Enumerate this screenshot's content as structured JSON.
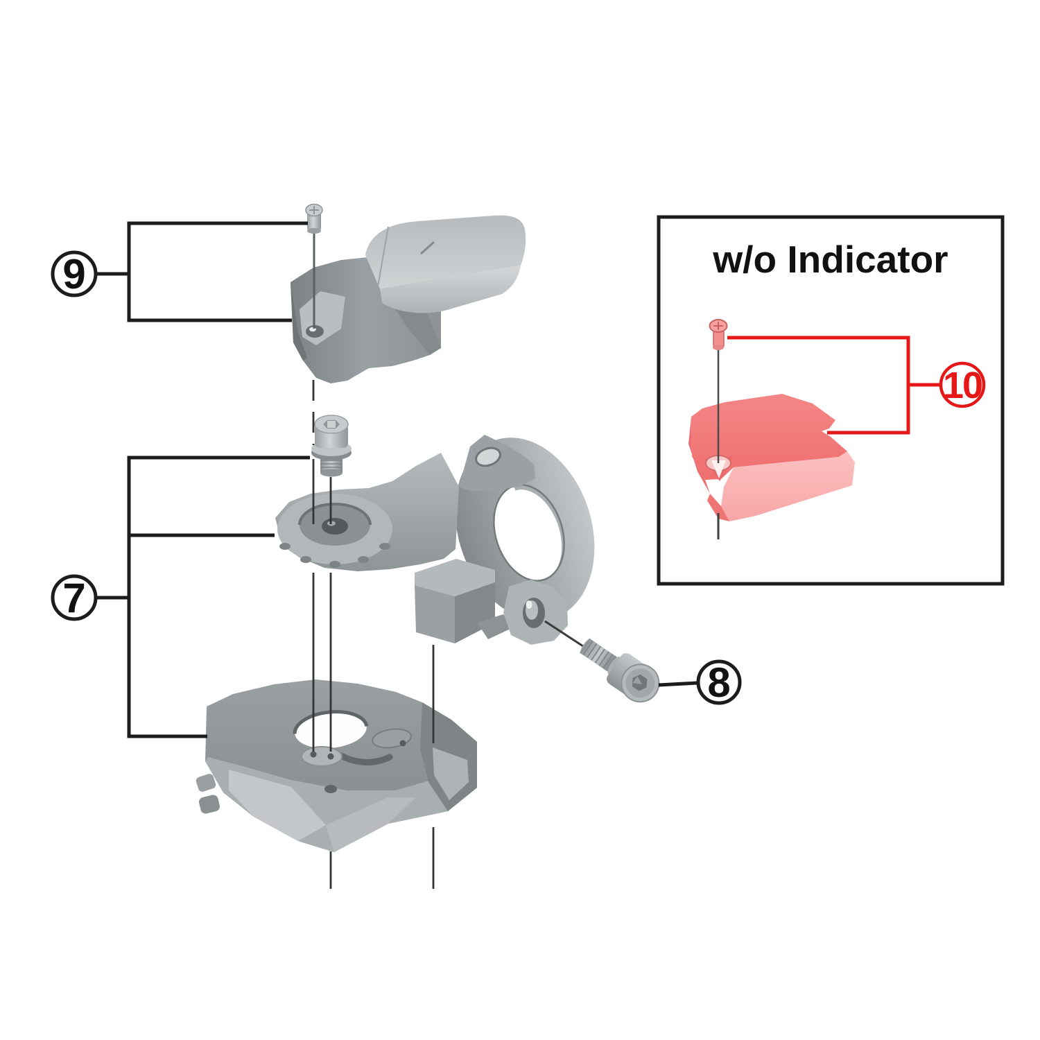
{
  "diagram": {
    "type": "exploded-parts-diagram",
    "background": "#ffffff",
    "line_color": "#1c1c1c",
    "accent_red": "#e61717",
    "gray_part": "#a7acae",
    "gray_highlight": "#cdd0d1",
    "gray_shadow": "#7e8386",
    "red_part_top": "#f47d7d",
    "red_part_front": "#fab9b9",
    "inset": {
      "title": "w/o Indicator"
    },
    "callouts": {
      "c7": {
        "label": "7",
        "color": "#111111"
      },
      "c8": {
        "label": "8",
        "color": "#111111"
      },
      "c9": {
        "label": "9",
        "color": "#111111"
      },
      "c10": {
        "label": "10",
        "color": "#e61717"
      }
    }
  }
}
